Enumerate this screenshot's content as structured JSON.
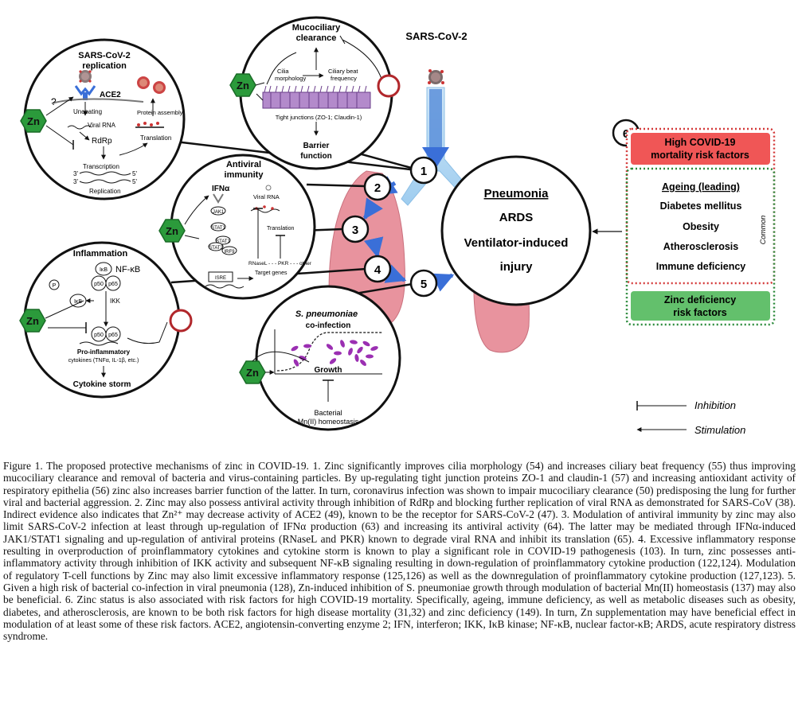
{
  "virus_label": "SARS-CoV-2",
  "zn": "Zn",
  "q_mark": "?",
  "steps": [
    "1",
    "2",
    "3",
    "4",
    "5",
    "6"
  ],
  "panels": {
    "replication": {
      "title_l1": "SARS-CoV-2",
      "title_l2": "replication",
      "ace2": "ACE2",
      "uncoating": "Uncoating",
      "viral_rna": "Viral RNA",
      "rdrp": "RdRp",
      "protein_assembly": "Protein assembly",
      "translation": "Translation",
      "transcription": "Transcription",
      "replication": "Replication",
      "three_prime": "3'",
      "five_prime": "5'"
    },
    "mucociliary": {
      "title_l1": "Mucociliary",
      "title_l2": "clearance",
      "cilia_l1": "Cilia",
      "cilia_l2": "morphology",
      "beat_l1": "Ciliary beat",
      "beat_l2": "frequency",
      "tight": "Tight junctions (ZO-1; Claudin-1)",
      "barrier_l1": "Barrier",
      "barrier_l2": "function"
    },
    "antiviral": {
      "title_l1": "Antiviral",
      "title_l2": "immunity",
      "ifn": "IFNα",
      "viral_rna": "Viral RNA",
      "translation": "Translation",
      "jak1": "JAK1",
      "stat1": "STAT1",
      "stat1b": "STAT1",
      "stat2": "STAT2",
      "irf9": "IRF9",
      "isre": "ISRE",
      "rnasel": "RNaseL - - - PKR - - - other",
      "target": "Target genes"
    },
    "inflammation": {
      "title": "Inflammation",
      "nfkb": "NF-κB",
      "ikb": "IκB",
      "p50": "p50",
      "p65": "p65",
      "p": "P",
      "ikk": "IKK",
      "pro_l1": "Pro-inflammatory",
      "pro_l2": "cytokines (TNFα, IL-1β, etc.)",
      "storm": "Cytokine storm"
    },
    "pneumoniae": {
      "title_l1": "S. pneumoniae",
      "title_l2": "co-infection",
      "growth": "Growth",
      "bact_l1": "Bacterial",
      "bact_l2": "Mn(II) homeostasis"
    },
    "center": {
      "l1": "Pneumonia",
      "l2": "ARDS",
      "l3": "Ventilator-induced",
      "l4": "injury"
    }
  },
  "risk": {
    "high_l1": "High COVID-19",
    "high_l2": "mortality risk factors",
    "items": [
      "Ageing (leading)",
      "Diabetes mellitus",
      "Obesity",
      "Atherosclerosis",
      "Immune deficiency"
    ],
    "common": "Common",
    "zinc_l1": "Zinc deficiency",
    "zinc_l2": "risk factors"
  },
  "legend": {
    "inhibition": "Inhibition",
    "stimulation": "Stimulation"
  },
  "caption": {
    "p1": "Figure 1. The proposed protective mechanisms of zinc in COVID-19. 1. Zinc significantly improves cilia morphology (54) and increases ciliary beat frequency (55) thus improving mucociliary clearance and removal of bacteria and virus-containing particles. By up-regulating tight junction proteins ZO-1 and claudin-1 (57) and increasing antioxidant activity of respiratory epithelia (56) zinc also increases barrier function of the latter. In turn, coronavirus infection was shown to impair mucociliary clearance (50) predisposing the lung for further viral and bacterial aggression. 2. Zinc may also possess antiviral activity through inhibition of RdRp and blocking further replication of viral RNA as demonstrated for SARS-CoV (38). Indirect evidence also indicates that Zn²⁺ may decrease activity of ACE2 (49), known to be the receptor for SARS-CoV-2 (47). 3. Modulation of antiviral immunity by zinc may also limit SARS-CoV-2 infection at least through up-regulation of IFNα production (63) and increasing its antiviral activity (64). The latter may be mediated through IFNα-induced JAK1/STAT1 signaling and up-regulation of antiviral proteins (RNaseL and PKR) known to degrade viral RNA and inhibit its translation (65). 4. Excessive inflammatory response resulting in overproduction of proinflammatory cytokines and cytokine storm is known to play a significant role in COVID-19 pathogenesis (103). In turn, zinc possesses anti-inflammatory activity through inhibition of IKK activity and subsequent NF-κB signaling resulting in down-regulation of proinflammatory cytokine production (122,124). Modulation of regulatory T-cell functions by Zinc may also limit excessive inflammatory response (125,126) as well as the downregulation of proinflammatory cytokine production (127,123). 5. Given a high risk of bacterial co-infection in viral pneumonia (128), Zn-induced inhibition of S. pneumoniae growth through modulation of bacterial Mn(II) homeostasis (137) may also be beneficial. 6. Zinc status is also associated with risk factors for high COVID-19 mortality. Specifically, ageing, immune deficiency, as well as metabolic diseases such as obesity, diabetes, and atherosclerosis, are known to be both risk factors for high disease mortality (31,32) and zinc deficiency (149). In turn, Zn supplementation may have beneficial effect in modulation of at least some of these risk factors. ACE2, angiotensin-converting enzyme 2; IFN, interferon; IKK, IκB kinase; NF-κB, nuclear factor-κB; ARDS, acute respiratory distress syndrome."
  }
}
